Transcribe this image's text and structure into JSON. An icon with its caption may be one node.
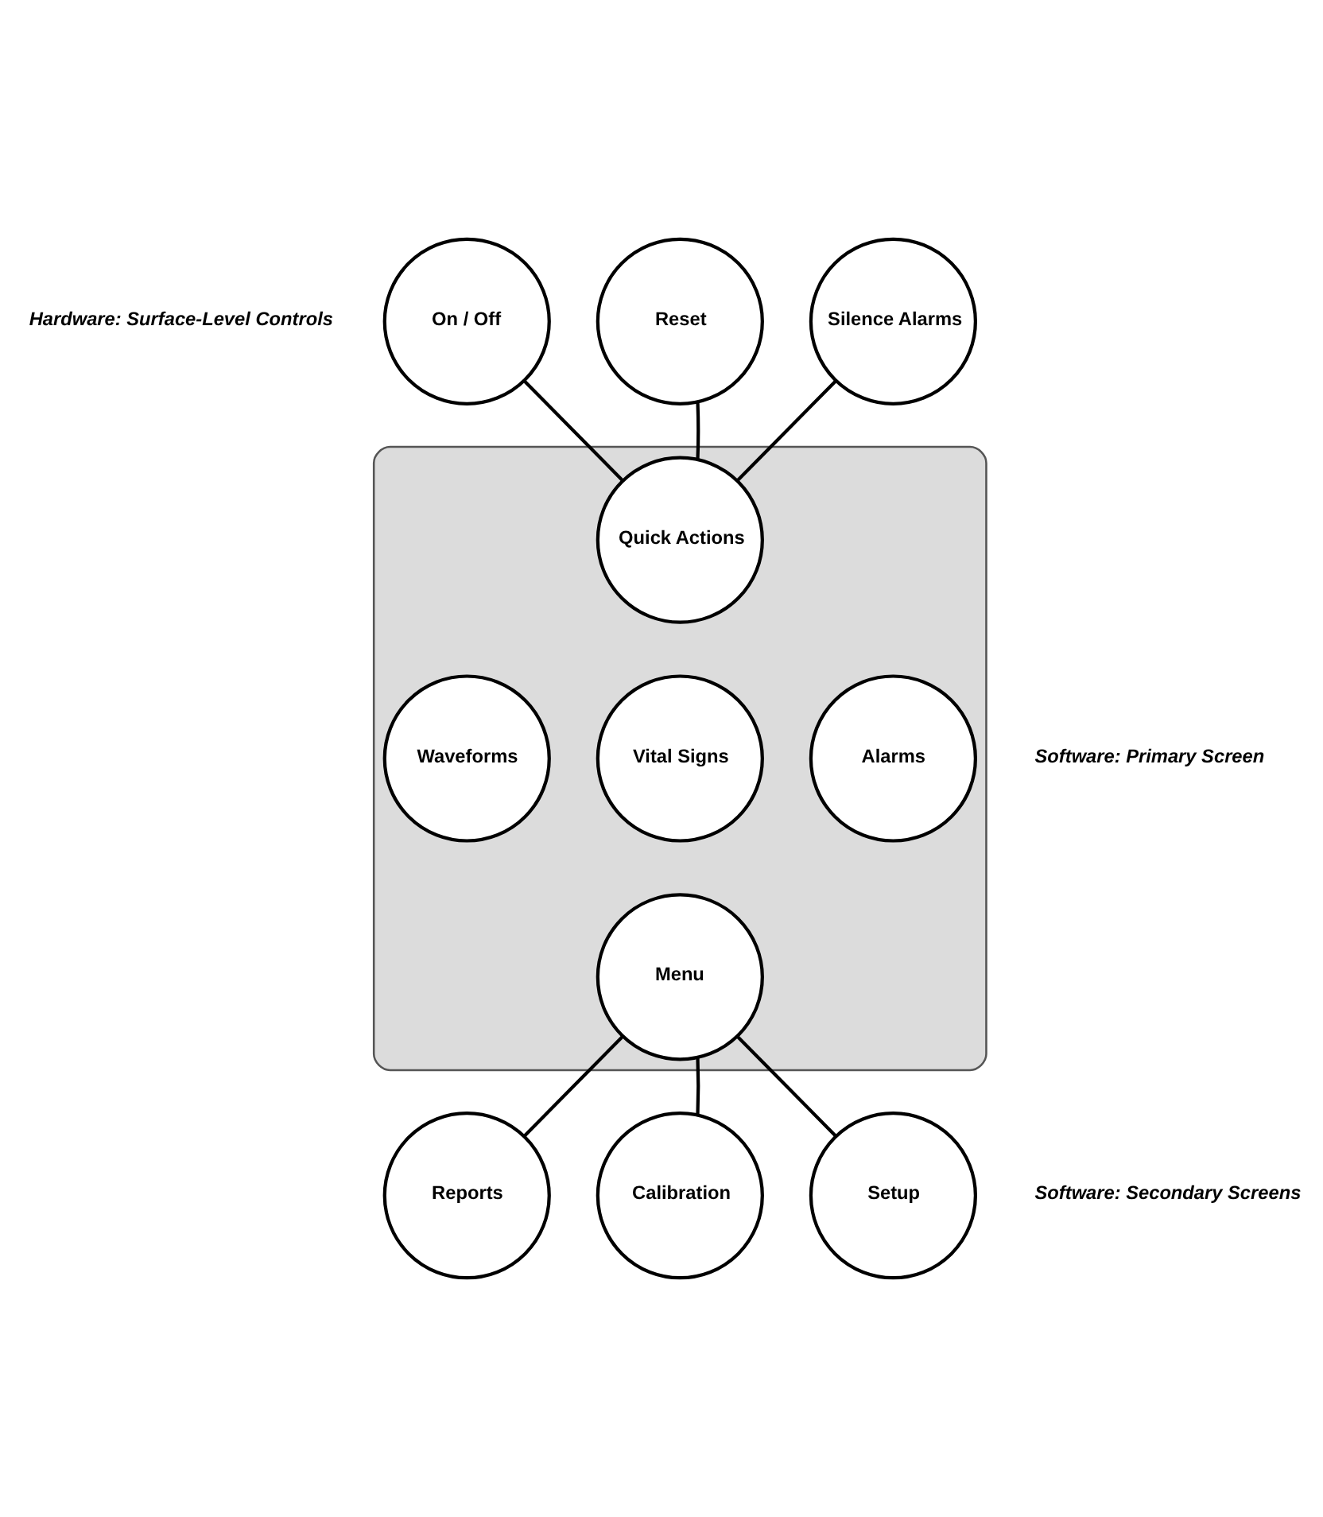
{
  "diagram": {
    "nodes": [
      {
        "text": [
          "On / Off"
        ]
      },
      {
        "text": [
          "Reset"
        ]
      },
      {
        "text": [
          "Silence Alarms"
        ]
      },
      {
        "text": [],
        "shape": "ellipse"
      },
      {
        "text": [
          "Quick Actions"
        ],
        "in": 3
      },
      {
        "text": [
          "Waveforms"
        ],
        "in": 3
      },
      {
        "text": [
          "Vital Signs"
        ],
        "in": 3
      },
      {
        "text": [
          "Alarms"
        ],
        "in": 3
      },
      {
        "text": [
          "Menu"
        ],
        "in": 3
      },
      {
        "text": [
          "Reports"
        ]
      },
      {
        "text": [
          "Calibration"
        ]
      },
      {
        "text": [
          "Setup"
        ]
      }
    ],
    "edges": [
      {
        "from": 0,
        "to": 4,
        "arrow": "none"
      },
      {
        "from": 1,
        "to": 4,
        "arrow": "none"
      },
      {
        "from": 2,
        "to": 4,
        "arrow": "none"
      },
      {
        "from": 8,
        "to": 9,
        "arrow": "none"
      },
      {
        "from": 8,
        "to": 10,
        "arrow": "none"
      },
      {
        "from": 8,
        "to": 11,
        "arrow": "none"
      }
    ],
    "labels": [
      "Hardware: Surface-Level Controls",
      "Software: Primary Screen",
      "Software: Secondary Screens"
    ]
  }
}
